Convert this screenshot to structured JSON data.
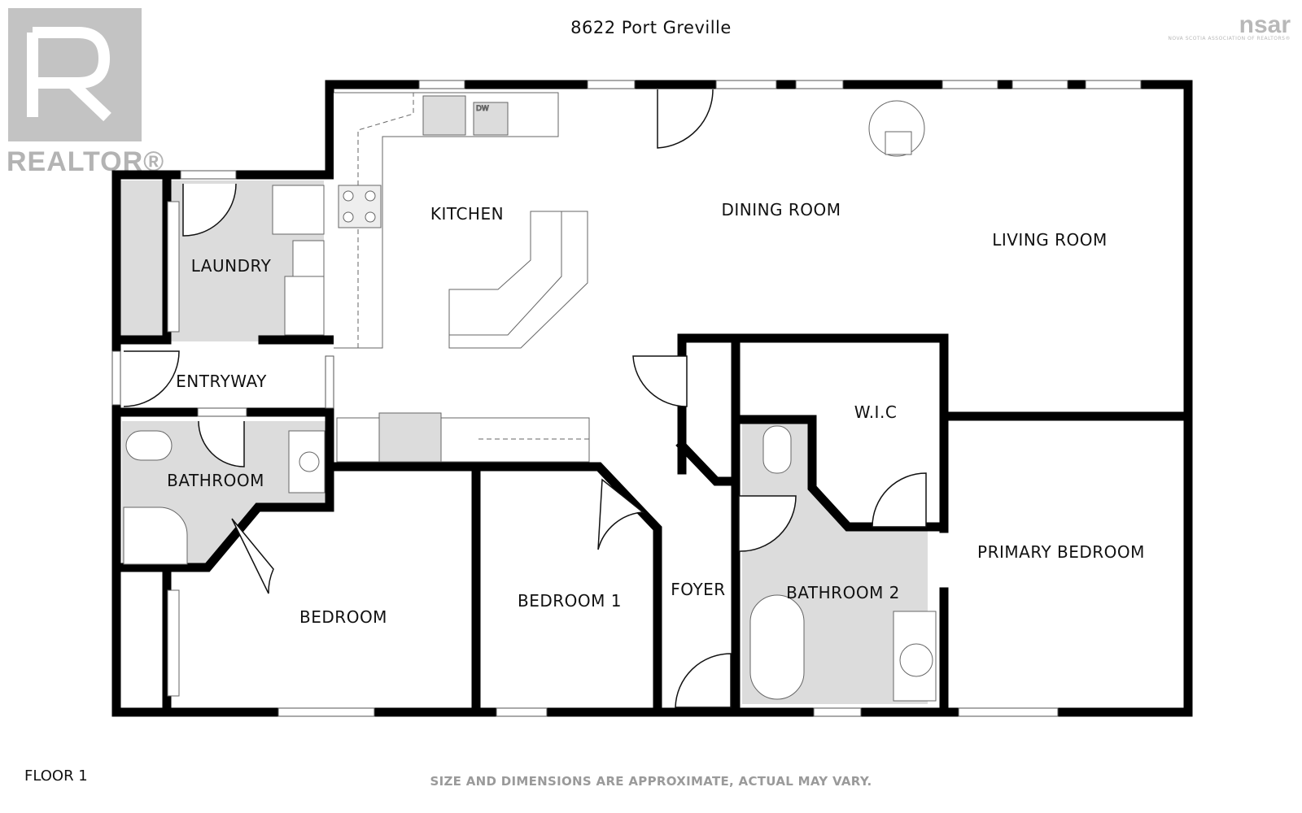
{
  "header": {
    "title": "8622 Port Greville"
  },
  "logos": {
    "realtor": {
      "wordmark": "REALTOR®",
      "icon": "realtor-r-mark"
    },
    "nsar": {
      "wordmark": "nsar",
      "subtitle": "NOVA SCOTIA ASSOCIATION OF REALTORS®"
    }
  },
  "rooms": {
    "kitchen": "KITCHEN",
    "dining": "DINING ROOM",
    "living": "LIVING ROOM",
    "laundry": "LAUNDRY",
    "entryway": "ENTRYWAY",
    "bathroom": "BATHROOM",
    "bedroom": "BEDROOM",
    "bedroom1": "BEDROOM 1",
    "foyer": "FOYER",
    "wic": "W.I.C",
    "bathroom2": "BATHROOM 2",
    "primary": "PRIMARY BEDROOM"
  },
  "fixtures": {
    "dishwasher": "DW"
  },
  "footer": {
    "floor": "FLOOR 1",
    "disclaimer": "SIZE AND DIMENSIONS ARE APPROXIMATE, ACTUAL MAY VARY."
  },
  "colors": {
    "wall": "#000000",
    "wet_area": "#dcdcdc",
    "fixture": "#eeeeee",
    "logo": "#c3c3c3"
  }
}
